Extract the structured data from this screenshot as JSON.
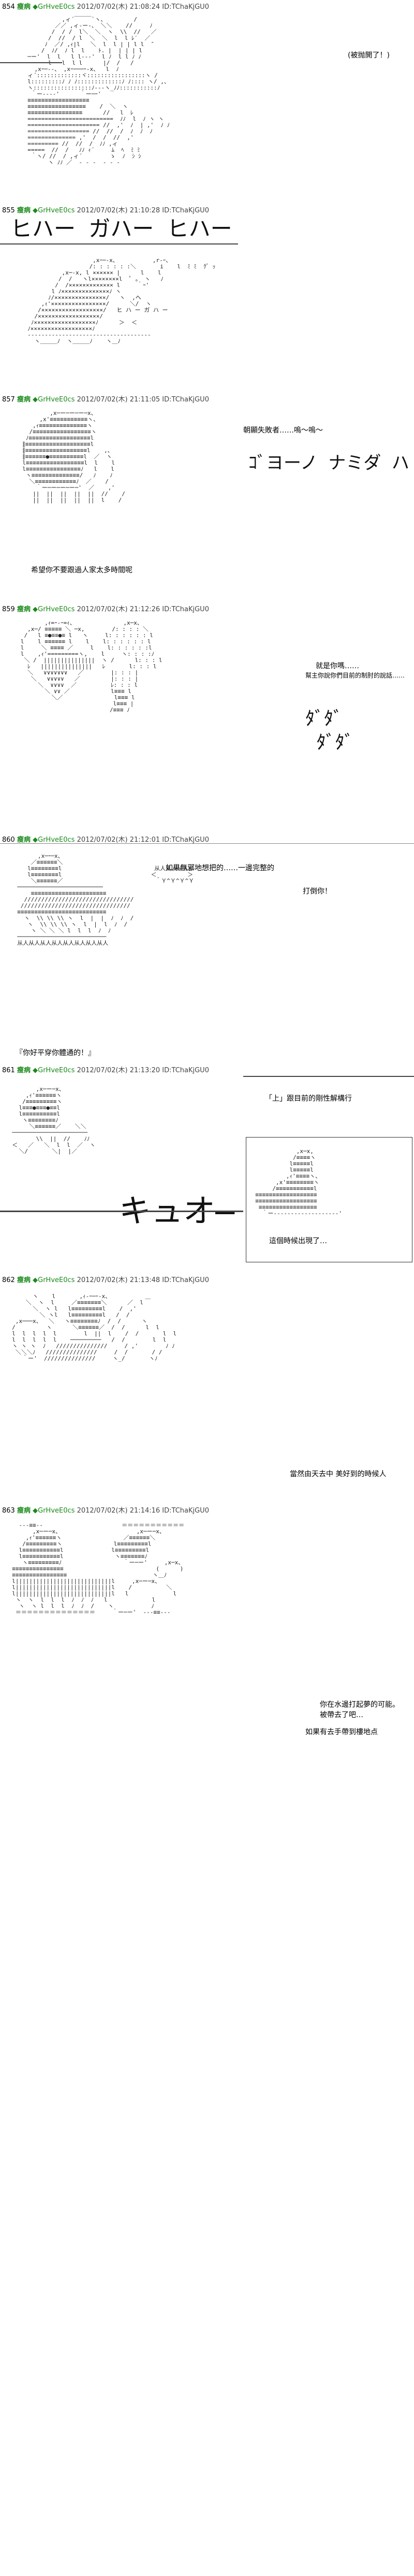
{
  "posts": [
    {
      "header": {
        "num": "854",
        "name": "瘦病",
        "trip": "◆GrHveE0cs",
        "meta": "2012/07/02(木) 21:08:24 ID:TChaKjGU0"
      },
      "lines": [
        "(被抛開了！)"
      ]
    },
    {
      "header": {
        "num": "855",
        "name": "瘦病",
        "trip": "◆GrHveE0cs",
        "meta": "2012/07/02(木) 21:10:28 ID:TChaKjGU0"
      },
      "lines": []
    },
    {
      "header": {
        "num": "857",
        "name": "瘦病",
        "trip": "◆GrHveE0cs",
        "meta": "2012/07/02(木) 21:11:05 ID:TChaKjGU0"
      },
      "lines": [
        "朝顯失敗者……嗚～嗚～",
        "希望你不要跟過人家太多時間呢"
      ]
    },
    {
      "header": {
        "num": "859",
        "name": "瘦病",
        "trip": "◆GrHveE0cs",
        "meta": "2012/07/02(木) 21:12:26 ID:TChaKjGU0"
      },
      "lines": [
        "就是你嗎……",
        "幫主你說你們目前的制肘的說話……"
      ]
    },
    {
      "header": {
        "num": "860",
        "name": "瘦病",
        "trip": "◆GrHveE0cs",
        "meta": "2012/07/02(木) 21:12:01 ID:TChaKjGU0"
      },
      "lines": [
        "如果無邪地想把的……一邊完整的",
        "打倒你！",
        "『你好平穿你體通的！』"
      ]
    },
    {
      "header": {
        "num": "861",
        "name": "瘦病",
        "trip": "◆GrHveE0cs",
        "meta": "2012/07/02(木) 21:13:20 ID:TChaKjGU0"
      },
      "lines": [
        "「上」跟目前的剛性解構行",
        "這個時候出現了…"
      ]
    },
    {
      "header": {
        "num": "862",
        "name": "瘦病",
        "trip": "◆GrHveE0cs",
        "meta": "2012/07/02(木) 21:13:48 ID:TChaKjGU0"
      },
      "lines": [
        "當然由天去中 美好到的時候人"
      ]
    },
    {
      "header": {
        "num": "863",
        "name": "瘦病",
        "trip": "◆GrHveE0cs",
        "meta": "2012/07/02(木) 21:14:16 ID:TChaKjGU0"
      },
      "lines": [
        "你在水邊打起夢的可能。",
        "被帶去了吧…",
        "如果有去手帶到樓地点"
      ]
    }
  ],
  "big_text": {
    "p855": "ヒハー ガハー ヒハー",
    "p857": "ヨーノ ナミダ ハ",
    "p861": "キュオ―"
  }
}
